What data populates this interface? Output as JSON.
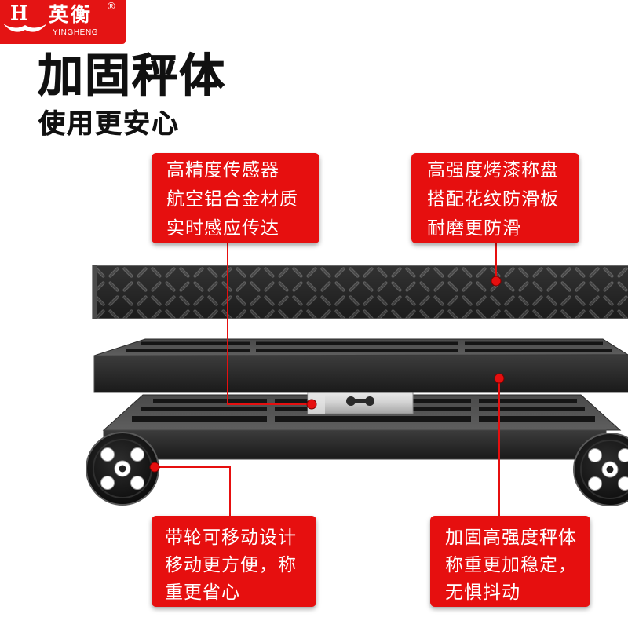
{
  "logo": {
    "mark": "H",
    "name": "英衡",
    "registered": "®",
    "latin": "YINGHENG"
  },
  "headline": {
    "title": "加固秤体",
    "subtitle": "使用更安心"
  },
  "callouts": [
    {
      "lines": [
        "高精度传感器",
        "航空铝合金材质",
        "实时感应传达"
      ]
    },
    {
      "lines": [
        "高强度烤漆称盘",
        "搭配花纹防滑板",
        "耐磨更防滑"
      ]
    },
    {
      "lines": [
        "带轮可移动设计",
        "移动更方便，称",
        "重更省心"
      ]
    },
    {
      "lines": [
        "加固高强度秤体",
        "称重更加稳定，",
        "无惧抖动"
      ]
    }
  ],
  "colors": {
    "accent_red": "#e60f0f",
    "logo_red": "#e41414",
    "text": "#111111",
    "background": "#ffffff",
    "product_black": "#1c1c1c",
    "sensor_silver": "#d9d9d9"
  }
}
